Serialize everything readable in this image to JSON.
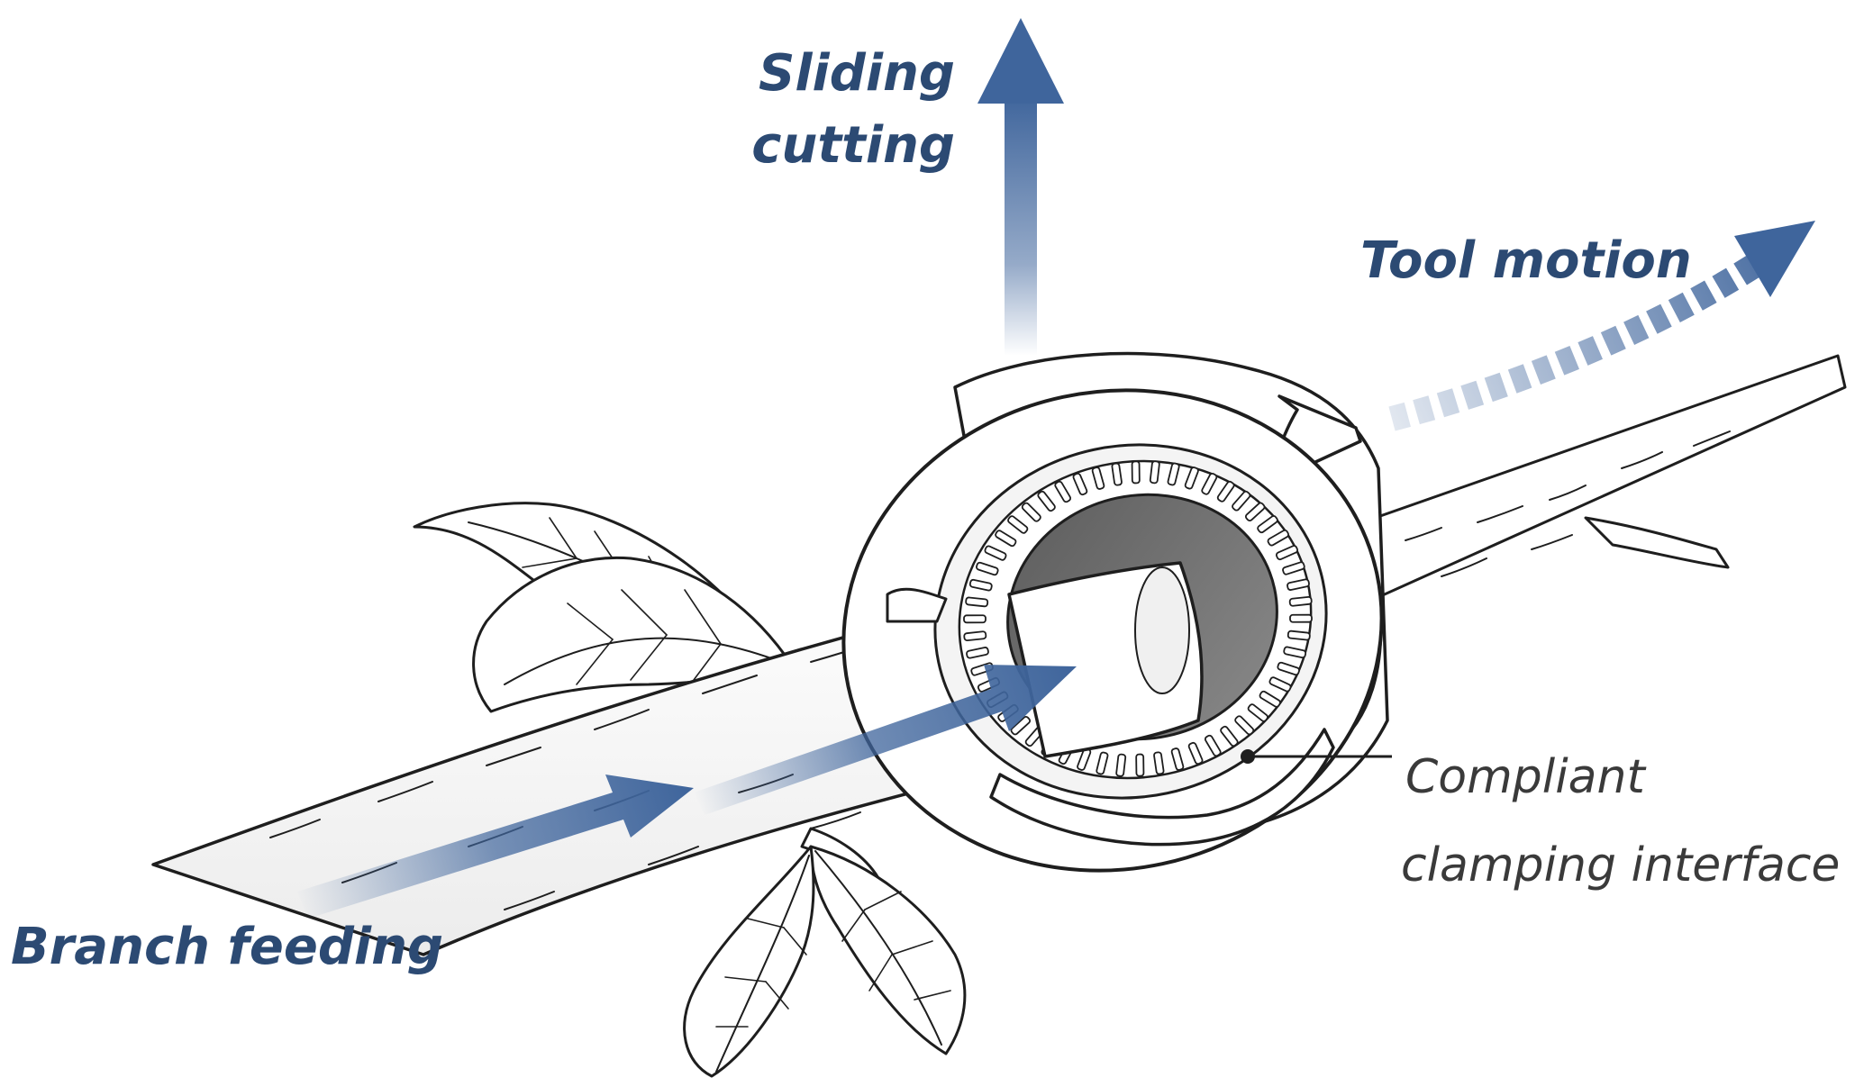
{
  "labels": {
    "sliding_cutting": [
      "Sliding",
      "cutting"
    ],
    "tool_motion": "Tool motion",
    "branch_feeding": "Branch feeding",
    "compliant_clamping": [
      "Compliant",
      "clamping interface"
    ]
  },
  "colors": {
    "arrow_blue": "#3f659c",
    "label_blue": "#2c4a73",
    "ink": "#1e1e1e",
    "callout_text": "#3a3a3a"
  },
  "icons": {
    "sliding_cutting": "up-arrow-icon",
    "tool_motion": "curved-arrow-icon",
    "branch_feeding": "right-arrow-icon"
  }
}
